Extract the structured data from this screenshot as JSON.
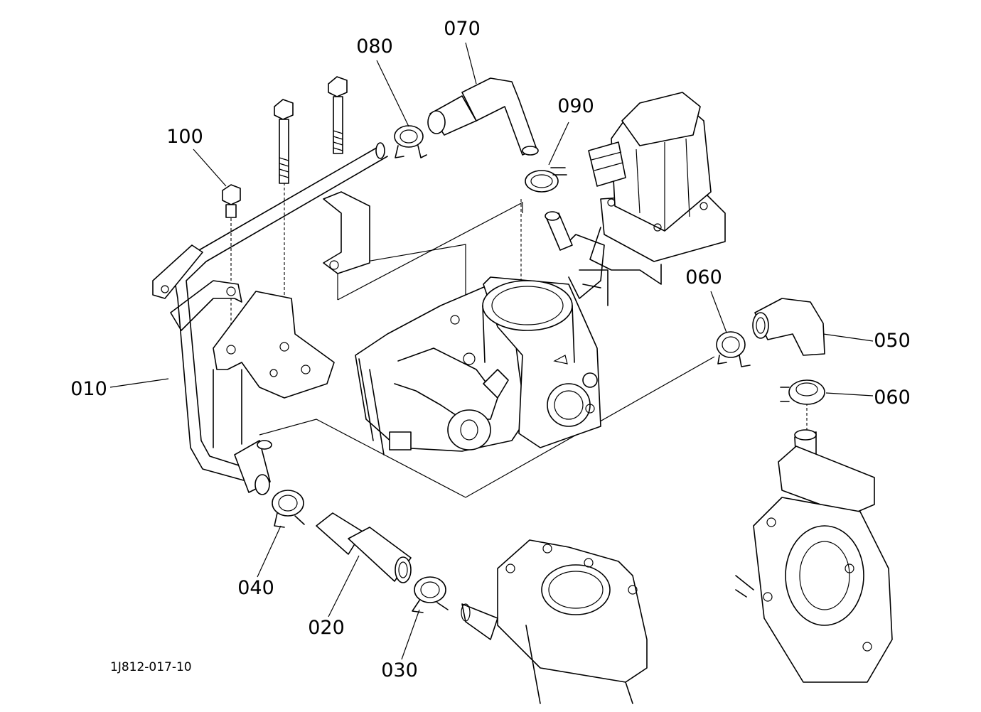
{
  "callouts": {
    "p010": "010",
    "p020": "020",
    "p030": "030",
    "p040": "040",
    "p050": "050",
    "p060a": "060",
    "p060b": "060",
    "p070": "070",
    "p080": "080",
    "p090": "090",
    "p100": "100"
  },
  "figure_ref": "1J812-017-10"
}
